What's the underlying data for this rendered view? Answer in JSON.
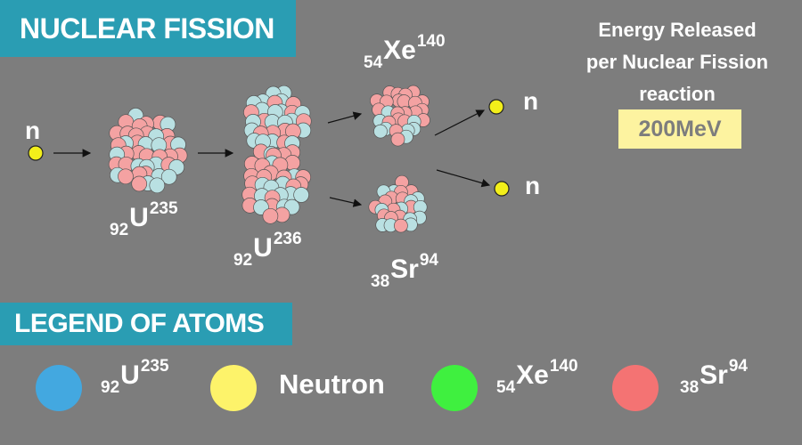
{
  "title": "NUCLEAR FISSION",
  "energy": {
    "line1": "Energy Released",
    "line2": "per Nuclear Fission",
    "line3": "reaction",
    "value": "200MeV"
  },
  "neutron_label": "n",
  "nuclei": {
    "u235": {
      "sub": "92",
      "sym": "U",
      "sup": "235"
    },
    "u236": {
      "sub": "92",
      "sym": "U",
      "sup": "236"
    },
    "xe140": {
      "sub": "54",
      "sym": "Xe",
      "sup": "140"
    },
    "sr94": {
      "sub": "38",
      "sym": "Sr",
      "sup": "94"
    }
  },
  "legend": {
    "title": "LEGEND OF ATOMS",
    "items": [
      {
        "color": "#43a8e0",
        "sub": "92",
        "sym": "U",
        "sup": "235"
      },
      {
        "color": "#fdf36a",
        "word": "Neutron"
      },
      {
        "color": "#3ff03f",
        "sub": "54",
        "sym": "Xe",
        "sup": "140"
      },
      {
        "color": "#f47373",
        "sub": "38",
        "sym": "Sr",
        "sup": "94"
      }
    ]
  },
  "colors": {
    "background": "#7d7d7d",
    "banner": "#2a9db3",
    "proton": "#f4a2a2",
    "neutron_particle": "#b9e0e2",
    "free_neutron": "#f3ef1a",
    "energy_box": "#fdf3a0"
  }
}
